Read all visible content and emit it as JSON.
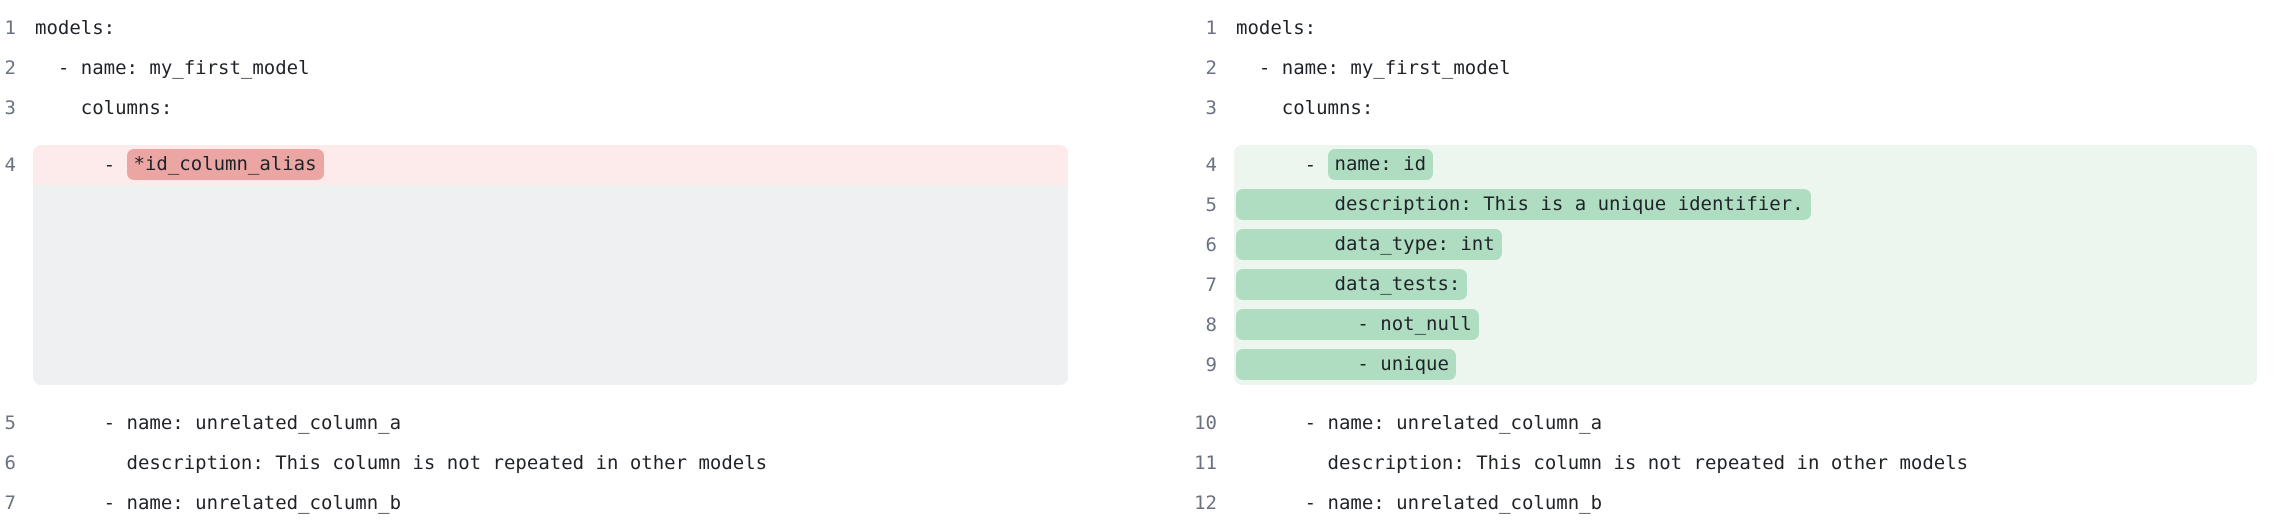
{
  "colors": {
    "text": "#1f2328",
    "gutter": "#6b7280",
    "removed_line_bg": "#fcebea",
    "removed_word_bg": "#eba5a2",
    "placeholder_bg": "#eef0f2",
    "added_line_bg": "#ecf5ee",
    "added_word_bg": "#aeddc1"
  },
  "diff": {
    "panels": [
      {
        "side": "left",
        "rows": [
          {
            "num": "1",
            "type": "context",
            "segments": [
              {
                "text": "models:"
              }
            ]
          },
          {
            "num": "2",
            "type": "context",
            "segments": [
              {
                "text": "  - name: my_first_model"
              }
            ]
          },
          {
            "num": "3",
            "type": "context",
            "segments": [
              {
                "text": "    columns:"
              }
            ]
          },
          {
            "num": "4",
            "type": "removed",
            "segments": [
              {
                "text": "      - "
              },
              {
                "text": "*id_column_alias",
                "mark": true
              }
            ]
          },
          {
            "type": "spacer",
            "height_rows": 5
          },
          {
            "num": "5",
            "type": "context",
            "segments": [
              {
                "text": "      - name: unrelated_column_a"
              }
            ]
          },
          {
            "num": "6",
            "type": "context",
            "segments": [
              {
                "text": "        description: This column is not repeated in other models"
              }
            ]
          },
          {
            "num": "7",
            "type": "context",
            "segments": [
              {
                "text": "      - name: unrelated_column_b"
              }
            ]
          }
        ]
      },
      {
        "side": "right",
        "rows": [
          {
            "num": "1",
            "type": "context",
            "segments": [
              {
                "text": "models:"
              }
            ]
          },
          {
            "num": "2",
            "type": "context",
            "segments": [
              {
                "text": "  - name: my_first_model"
              }
            ]
          },
          {
            "num": "3",
            "type": "context",
            "segments": [
              {
                "text": "    columns:"
              }
            ]
          },
          {
            "num": "4",
            "type": "added",
            "segments": [
              {
                "text": "      - "
              },
              {
                "text": "name: id",
                "mark": true
              }
            ]
          },
          {
            "num": "5",
            "type": "added",
            "segments": [
              {
                "text": "        description: This is a unique identifier.",
                "mark": true
              }
            ]
          },
          {
            "num": "6",
            "type": "added",
            "segments": [
              {
                "text": "        data_type: int",
                "mark": true
              }
            ]
          },
          {
            "num": "7",
            "type": "added",
            "segments": [
              {
                "text": "        data_tests:",
                "mark": true
              }
            ]
          },
          {
            "num": "8",
            "type": "added",
            "segments": [
              {
                "text": "          - not_null",
                "mark": true
              }
            ]
          },
          {
            "num": "9",
            "type": "added",
            "segments": [
              {
                "text": "          - unique",
                "mark": true
              }
            ]
          },
          {
            "num": "10",
            "type": "context",
            "segments": [
              {
                "text": "      - name: unrelated_column_a"
              }
            ]
          },
          {
            "num": "11",
            "type": "context",
            "segments": [
              {
                "text": "        description: This column is not repeated in other models"
              }
            ]
          },
          {
            "num": "12",
            "type": "context",
            "segments": [
              {
                "text": "      - name: unrelated_column_b"
              }
            ]
          }
        ]
      }
    ]
  }
}
